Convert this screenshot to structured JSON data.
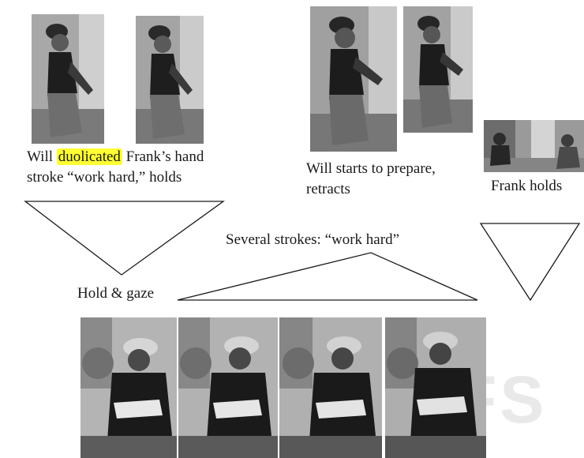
{
  "captions": {
    "will_duplicated_prefix": "Will ",
    "will_duplicated_highlight": "duolicated",
    "will_duplicated_suffix": " Frank’s hand",
    "will_duplicated_line2": "stroke “work hard,” holds",
    "will_prepare_line1": "Will starts to prepare,",
    "will_prepare_line2": "retracts",
    "frank_holds": "Frank holds",
    "several_strokes": "Several strokes: “work hard”",
    "hold_gaze": "Hold & gaze"
  },
  "colors": {
    "highlight": "#ffff33",
    "line": "#1a1a1a"
  },
  "watermark": "FS"
}
